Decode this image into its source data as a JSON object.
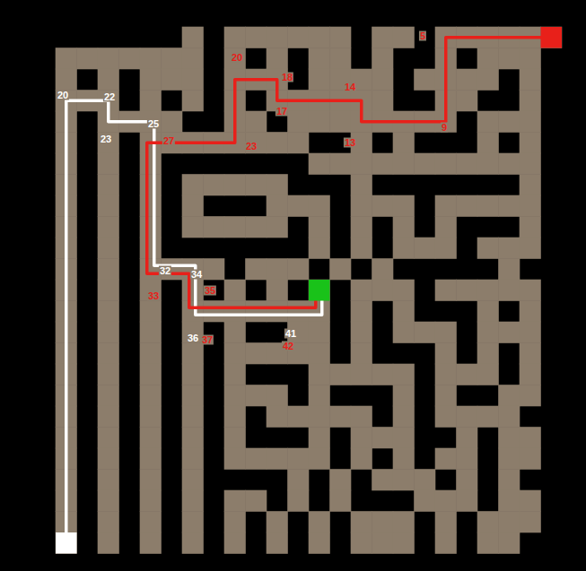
{
  "diagram": {
    "labels": [
      "5",
      "20",
      "18",
      "14",
      "20",
      "22",
      "17",
      "25",
      "9",
      "23",
      "27",
      "13",
      "23",
      "32",
      "34",
      "35",
      "33",
      "41",
      "36",
      "37",
      "42"
    ]
  }
}
